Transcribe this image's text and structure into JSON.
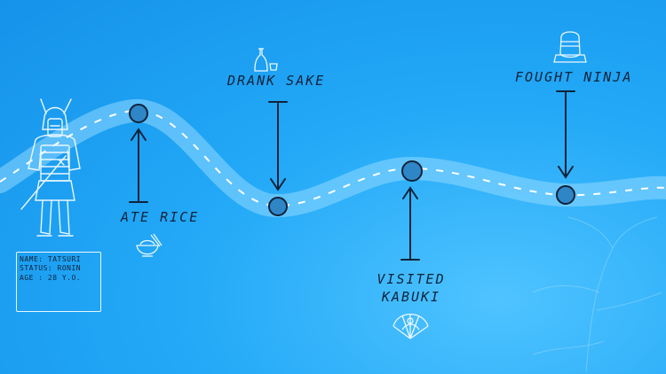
{
  "events": [
    {
      "key": "ate-rice",
      "label": "ATE RICE",
      "icon": "rice-bowl-icon"
    },
    {
      "key": "drank-sake",
      "label": "DRANK SAKE",
      "icon": "sake-bottle-icon"
    },
    {
      "key": "visited-kabuki",
      "label_line1": "VISITED",
      "label_line2": "KABUKI",
      "icon": "fan-icon"
    },
    {
      "key": "fought-ninja",
      "label": "FOUGHT NINJA",
      "icon": "ninja-head-icon"
    }
  ],
  "character": {
    "icon": "samurai-figure-icon",
    "card": {
      "name_line": "NAME: TATSURI",
      "status_line": "STATUS: RONIN",
      "age_line": "AGE : 28 Y.O."
    }
  },
  "colors": {
    "background": "#1592ea",
    "road": "#8fd8ff",
    "ink": "#10233a",
    "chalk": "#eaf7ff"
  }
}
